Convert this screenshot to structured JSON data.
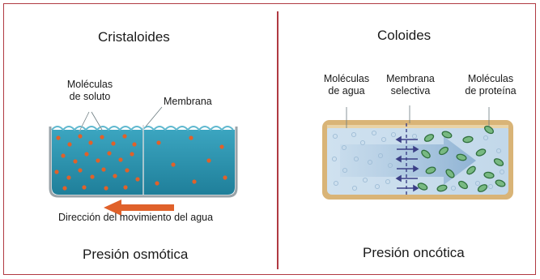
{
  "left_panel": {
    "title": "Cristaloides",
    "solute_label_line1": "Moléculas",
    "solute_label_line2": "de soluto",
    "membrane_label": "Membrana",
    "arrow_caption": "Dirección del movimiento del agua",
    "pressure_label": "Presión osmótica"
  },
  "right_panel": {
    "title": "Coloides",
    "water_label_line1": "Moléculas",
    "water_label_line2": "de agua",
    "membrane_label_line1": "Membrana",
    "membrane_label_line2": "selectiva",
    "protein_label_line1": "Moléculas",
    "protein_label_line2": "de proteína",
    "pressure_label": "Presión oncótica"
  },
  "colors": {
    "frame_border": "#b03a42",
    "crystalloid_water": "#2f9bb6",
    "solute_dots": "#e0612a",
    "flow_arrow": "#e0612a",
    "colloid_water": "#c7dced",
    "colloid_wall": "#d9b477",
    "protein_molecules": "#3c8a4e",
    "membrane_arrows": "#3b3f86"
  }
}
